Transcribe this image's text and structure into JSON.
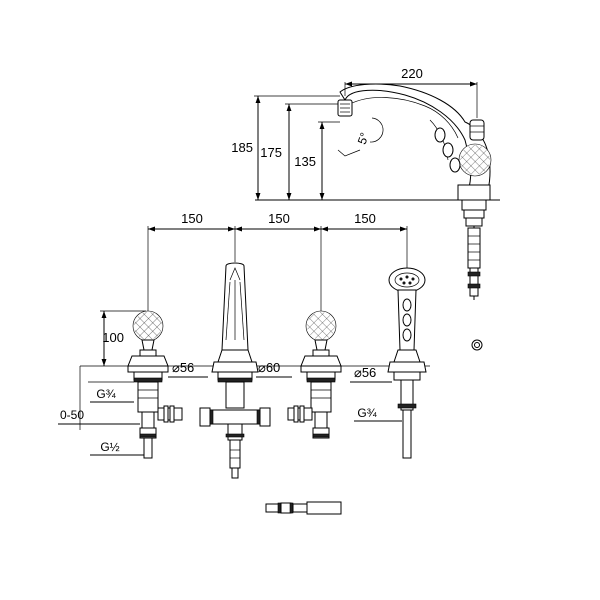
{
  "dimensions": {
    "spout_reach": "220",
    "overall_height": "185",
    "body_height": "175",
    "outlet_height": "135",
    "tilt_angle": "5°",
    "spacing_1": "150",
    "spacing_2": "150",
    "spacing_3": "150",
    "handle_height": "100",
    "rosette_diameter_valve": "⌀56",
    "rosette_diameter_spout": "⌀60",
    "rosette_diameter_shower": "⌀56",
    "thread_upper": "G¾",
    "thread_deck_range": "0-50",
    "thread_lower": "G½",
    "thread_shower": "G¾"
  }
}
